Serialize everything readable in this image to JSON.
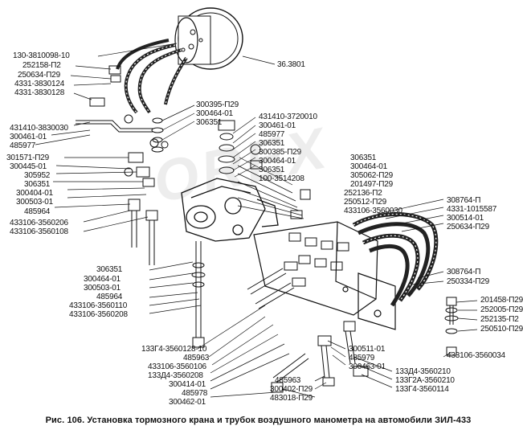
{
  "caption": "Рис. 106. Установка тормозного крана и трубок воздушного манометра на автомобили ЗИЛ-433",
  "watermark": "OREX",
  "labels": {
    "l01": "130-3810098-10",
    "l02": "252158-П2",
    "l03": "250634-П29",
    "l04": "4331-3830124",
    "l05": "4331-3830128",
    "l06": "36.3801",
    "l07": "300395-П29",
    "l08": "300464-01",
    "l09": "306351",
    "l10": "431410-3830030",
    "l11": "300461-01",
    "l12": "485977",
    "l13": "431410-3720010",
    "l14": "300461-01",
    "l15": "485977",
    "l16": "306351",
    "l17": "300385-П29",
    "l18": "300464-01",
    "l19": "306351",
    "l20": "100-3514208",
    "l21": "301571-П29",
    "l22": "300445-01",
    "l23": "305952",
    "l24": "306351",
    "l25": "300404-01",
    "l26": "300503-01",
    "l27": "485964",
    "l28": "433106-3560206",
    "l29": "433106-3560108",
    "l30": "306351",
    "l31": "300464-01",
    "l32": "305062-П29",
    "l33": "201497-П29",
    "l34": "252136-П2",
    "l35": "250512-П29",
    "l36": "433106-3560030",
    "l37": "308764-П",
    "l38": "4331-1015587",
    "l39": "300514-01",
    "l40": "250634-П29",
    "l41": "306351",
    "l42": "300464-01",
    "l43": "300503-01",
    "l44": "485964",
    "l45": "433106-3560110",
    "l46": "433106-3560208",
    "l47": "308764-П",
    "l48": "250334-П29",
    "l49": "201458-П29",
    "l50": "252005-П29",
    "l51": "252135-П2",
    "l52": "250510-П29",
    "l53": "133Г4-3560128-10",
    "l54": "485963",
    "l55": "433106-3560106",
    "l56": "133Д4-3560208",
    "l57": "300414-01",
    "l58": "485978",
    "l59": "300462-01",
    "l60": "300511-01",
    "l61": "485979",
    "l62": "300463-01",
    "l63": "133Д4-3560210",
    "l64": "133Г2А-3560210",
    "l65": "133Г4-3560114",
    "l66": "433106-3560034",
    "l67": "485963",
    "l68": "300402-П29",
    "l69": "483018-П29"
  }
}
